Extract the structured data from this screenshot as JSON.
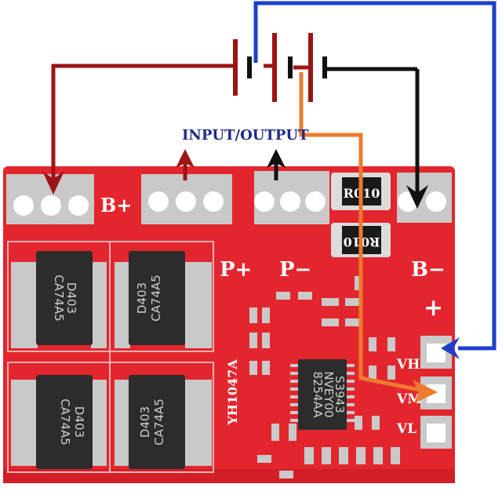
{
  "image": {
    "io_label": "INPUT/OUTPUT",
    "pad_labels": {
      "b_plus": "B+",
      "p_plus": "P+",
      "p_minus": "P−",
      "b_minus": "B−",
      "plus_sign": "+",
      "vh": "VH",
      "vm": "VM",
      "vl": "VL"
    },
    "mosfet_marking": {
      "line1": "D403",
      "line2": "CA74A5"
    },
    "resistor_marking": "R010",
    "ic_marking": {
      "line1": "8254AA",
      "line2": "NVEY00",
      "line3": "S3943"
    },
    "board_model": "YH1047A",
    "colors": {
      "board_red": "#e3262e",
      "wire_dark_red": "#9c1414",
      "wire_black": "#111111",
      "wire_blue": "#1d3fc8",
      "wire_orange": "#ef7a2e",
      "pad_silver": "#c9c9c9",
      "chip_black": "#2c2c2c",
      "label_navy": "#1f2a8a"
    }
  }
}
